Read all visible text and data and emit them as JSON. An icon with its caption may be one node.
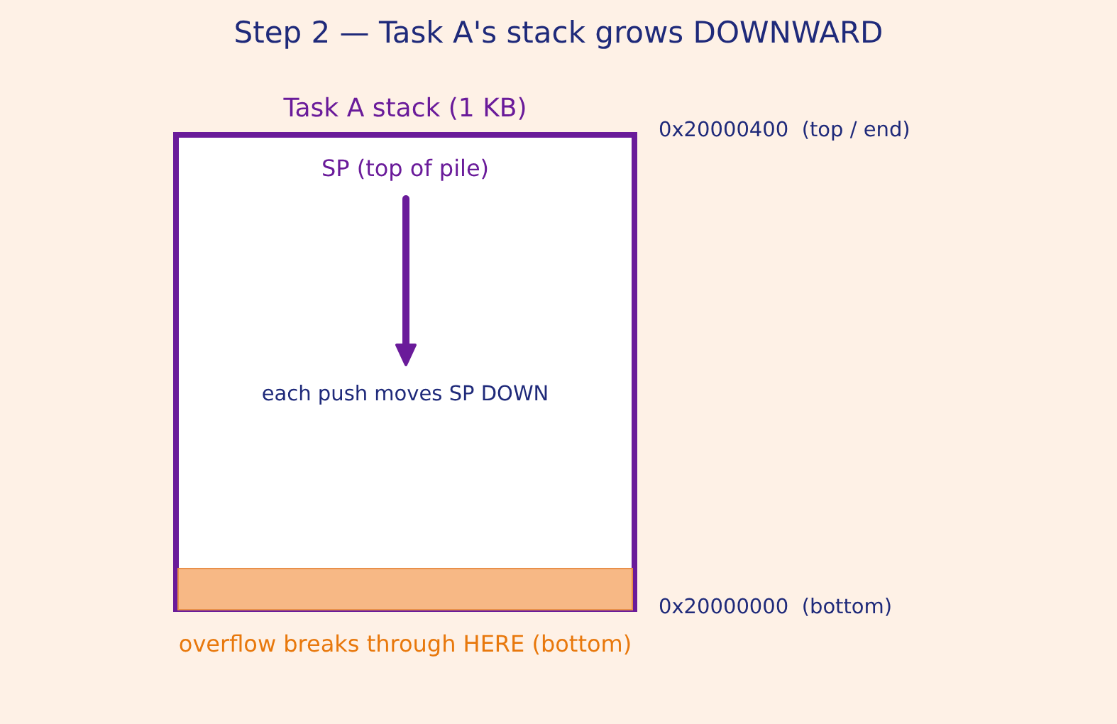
{
  "diagram": {
    "title": "Step 2 — Task A's stack grows DOWNWARD",
    "nodes": [
      {
        "text": [
          "Task A stack (1 KB)",
          "SP (top of pile)",
          "each push moves SP DOWN"
        ]
      },
      {
        "text": [],
        "shape": "bar",
        "in": 0,
        "beside": [
          "overflow breaks through HERE (bottom)"
        ]
      }
    ],
    "labels": [
      "0x20000400  (top / end)",
      "0x20000000  (bottom)"
    ]
  }
}
